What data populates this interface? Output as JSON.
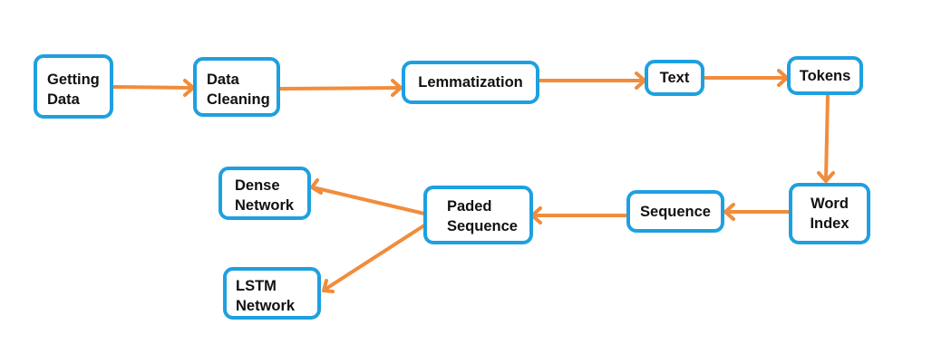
{
  "diagram": {
    "line_color": "#f28c3a",
    "node_border_color": "#1ea0e0",
    "nodes": {
      "getting_data": "Getting\nData",
      "data_cleaning": "Data\nCleaning",
      "lemmatization": "Lemmatization",
      "text": "Text",
      "tokens": "Tokens",
      "word_index": "Word\nIndex",
      "sequence": "Sequence",
      "paded_sequence": "Paded\nSequence",
      "dense_network": "Dense\nNetwork",
      "lstm_network": "LSTM\nNetwork"
    },
    "edges": [
      {
        "from": "Getting Data",
        "to": "Data Cleaning"
      },
      {
        "from": "Data Cleaning",
        "to": "Lemmatization"
      },
      {
        "from": "Lemmatization",
        "to": "Text"
      },
      {
        "from": "Text",
        "to": "Tokens"
      },
      {
        "from": "Tokens",
        "to": "Word Index"
      },
      {
        "from": "Word Index",
        "to": "Sequence"
      },
      {
        "from": "Sequence",
        "to": "Paded Sequence"
      },
      {
        "from": "Paded Sequence",
        "to": "Dense Network"
      },
      {
        "from": "Paded Sequence",
        "to": "LSTM Network"
      }
    ]
  }
}
